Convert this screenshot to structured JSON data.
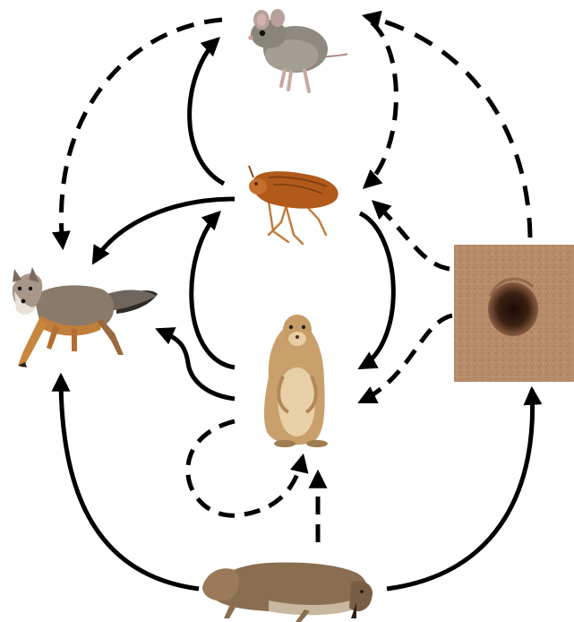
{
  "diagram": {
    "nodes": [
      {
        "id": "mouse",
        "icon": "mouse-icon"
      },
      {
        "id": "flea",
        "icon": "flea-icon"
      },
      {
        "id": "fox",
        "icon": "fox-icon"
      },
      {
        "id": "prairie_dog",
        "icon": "prairie-dog-icon"
      },
      {
        "id": "burrow",
        "icon": "burrow-soil-icon"
      },
      {
        "id": "dead_squirrel",
        "icon": "dead-squirrel-icon"
      }
    ],
    "links": [
      {
        "from": "mouse",
        "to": "fox",
        "style": "dashed"
      },
      {
        "from": "flea",
        "to": "mouse",
        "style": "solid"
      },
      {
        "from": "mouse",
        "to": "flea",
        "style": "dashed"
      },
      {
        "from": "burrow",
        "to": "mouse",
        "style": "dashed"
      },
      {
        "from": "flea",
        "to": "fox",
        "style": "solid"
      },
      {
        "from": "prairie_dog",
        "to": "flea",
        "style": "solid"
      },
      {
        "from": "flea",
        "to": "prairie_dog",
        "style": "solid"
      },
      {
        "from": "prairie_dog",
        "to": "fox",
        "style": "solid"
      },
      {
        "from": "burrow",
        "to": "flea",
        "style": "dashed"
      },
      {
        "from": "burrow",
        "to": "prairie_dog",
        "style": "dashed"
      },
      {
        "from": "prairie_dog",
        "to": "prairie_dog",
        "style": "dashed"
      },
      {
        "from": "dead_squirrel",
        "to": "prairie_dog",
        "style": "dashed"
      },
      {
        "from": "dead_squirrel",
        "to": "fox",
        "style": "solid"
      },
      {
        "from": "dead_squirrel",
        "to": "burrow",
        "style": "solid"
      }
    ],
    "colors": {
      "arrow": "#000000",
      "background": "#ffffff",
      "fox": "#8a7a6a",
      "soil": "#b58a68"
    }
  }
}
